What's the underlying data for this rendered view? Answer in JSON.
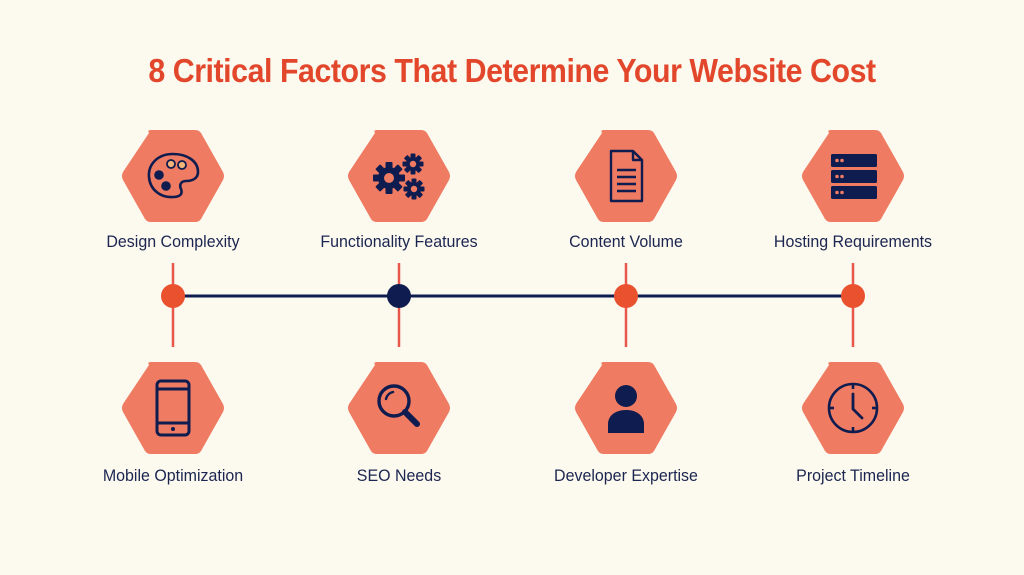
{
  "title": "8 Critical Factors That Determine Your Website Cost",
  "colors": {
    "background": "#fcf9ef",
    "title": "#e2472c",
    "hexagon": "#ef7b62",
    "icon": "#0e1c4f",
    "label": "#1b2550",
    "timeline_line": "#0e1c4f",
    "tick": "#e8574a",
    "dot_orange": "#e9512f",
    "dot_navy": "#0e1c4f"
  },
  "top_row": [
    {
      "label": "Design Complexity",
      "icon": "palette-icon"
    },
    {
      "label": "Functionality Features",
      "icon": "gears-icon"
    },
    {
      "label": "Content Volume",
      "icon": "document-icon"
    },
    {
      "label": "Hosting Requirements",
      "icon": "server-icon"
    }
  ],
  "bottom_row": [
    {
      "label": "Mobile Optimization",
      "icon": "smartphone-icon"
    },
    {
      "label": "SEO Needs",
      "icon": "magnifier-icon"
    },
    {
      "label": "Developer Expertise",
      "icon": "user-icon"
    },
    {
      "label": "Project Timeline",
      "icon": "clock-icon"
    }
  ],
  "timeline": {
    "dots": [
      {
        "color": "orange"
      },
      {
        "color": "navy"
      },
      {
        "color": "orange"
      },
      {
        "color": "orange"
      }
    ]
  }
}
